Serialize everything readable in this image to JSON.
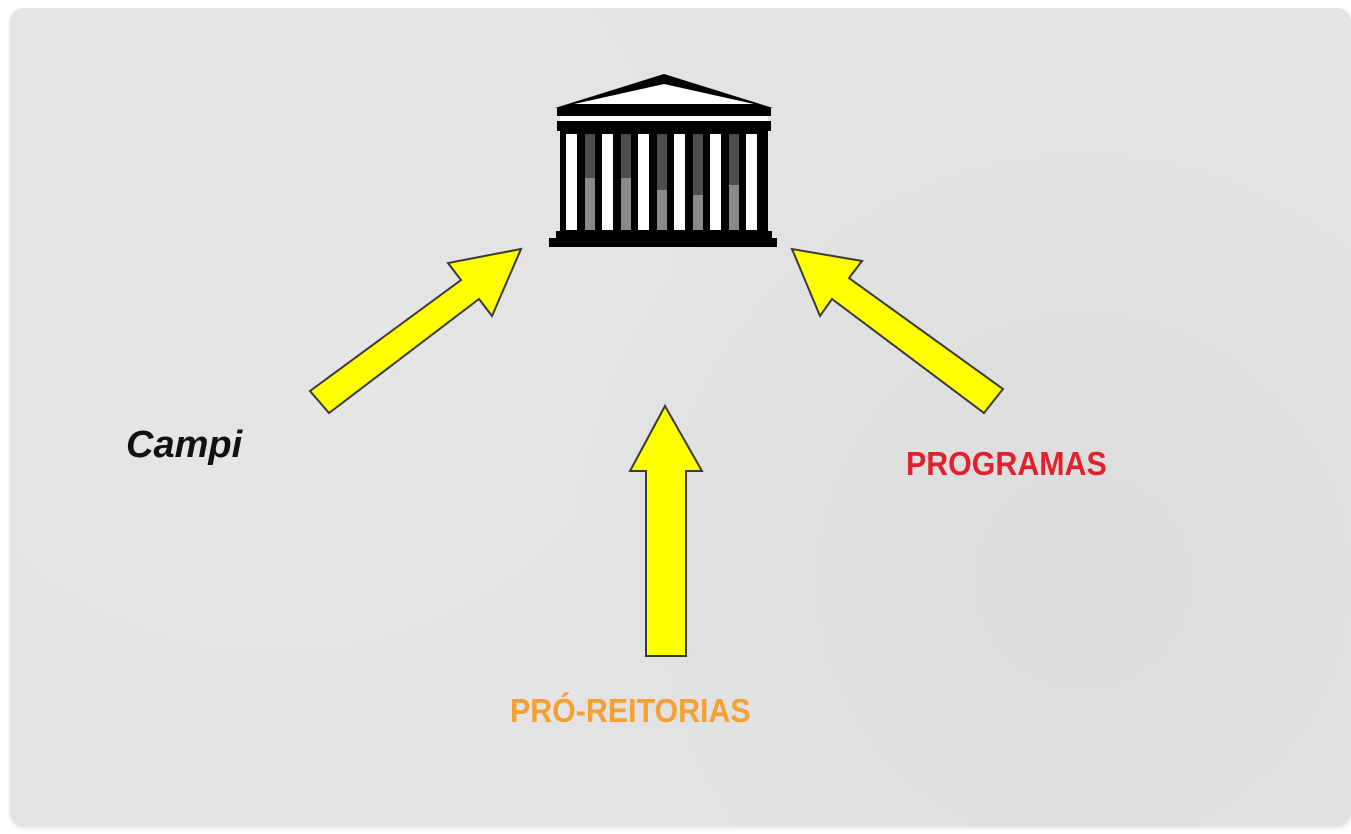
{
  "labels": {
    "campi": "Campi",
    "programas": "PROGRAMAS",
    "pro_reitorias": "PRÓ-REITORIAS"
  },
  "colors": {
    "background": "#e3e3e3",
    "arrow_fill": "#ffff00",
    "arrow_stroke": "#3a3a3a",
    "campi_text": "#111111",
    "programas_text": "#e0222f",
    "pro_reitorias_text": "#f5a033",
    "building": "#000000"
  },
  "icons": {
    "central": "university-building-icon",
    "arrows": [
      "arrow-up-right-icon",
      "arrow-up-icon",
      "arrow-up-left-icon"
    ]
  }
}
